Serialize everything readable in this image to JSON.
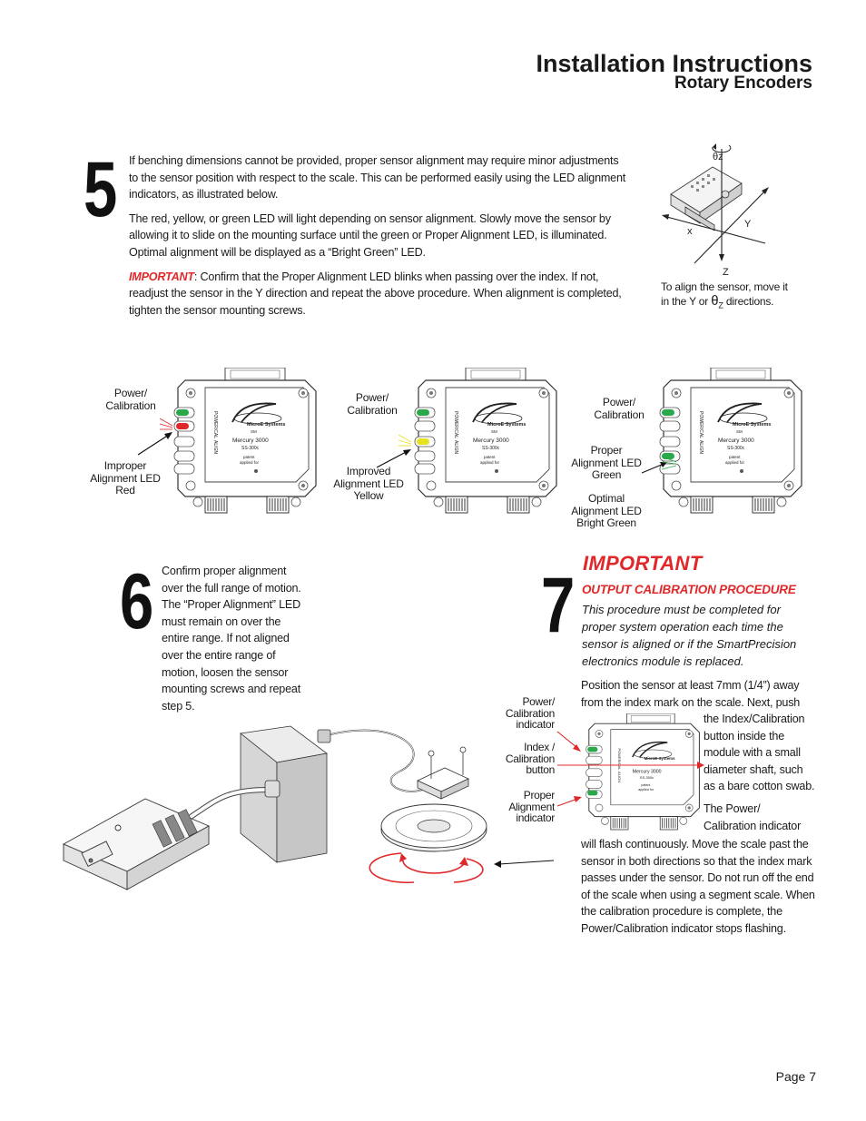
{
  "header": {
    "title": "Installation Instructions",
    "subtitle": "Rotary Encoders"
  },
  "step5": {
    "number": "5",
    "para1": "If benching dimensions cannot be provided, proper sensor alignment may require minor adjustments to the sensor position with respect to the scale. This can be performed easily using the LED alignment indicators, as illustrated below.",
    "para2": "The red, yellow, or green LED will light depending on sensor alignment. Slowly move the sensor by allowing it to slide on the mounting surface until the green or Proper Alignment LED, is illuminated. Optimal alignment will be displayed as a “Bright Green” LED.",
    "important_label": "IMPORTANT",
    "para3": ": Confirm that the Proper Alignment LED blinks when passing over the index. If not, readjust the sensor in the Y direction and repeat the above procedure. When alignment is completed, tighten the sensor mounting screws."
  },
  "axis_figure": {
    "theta_label": "θz",
    "x_label": "x",
    "y_label": "Y",
    "z_label": "Z",
    "caption_line1": "To align the sensor, move it",
    "caption_line2_a": "in the Y or",
    "caption_theta": "θ",
    "caption_sub": "Z",
    "caption_line2_b": "directions."
  },
  "sensor_labels": {
    "brand": "MicroE Systems",
    "model": "Mercury 3000",
    "part": "SS-300c",
    "patent": "patent applied for",
    "side_top": "POWER/CAL",
    "side_bottom": "ALIGN"
  },
  "led_panels": [
    {
      "label_power": [
        "Power/",
        "Calibration"
      ],
      "label_align": [
        "Improper",
        "Alignment LED",
        "Red"
      ],
      "led_color": "#e0282a"
    },
    {
      "label_power": [
        "Power/",
        "Calibration"
      ],
      "label_align": [
        "Improved",
        "Alignment LED",
        "Yellow"
      ],
      "led_color": "#e7e21f"
    },
    {
      "label_power": [
        "Power/",
        "Calibration"
      ],
      "label_align": [
        "Proper",
        "Alignment LED",
        "Green"
      ],
      "label_optimal": [
        "Optimal",
        "Alignment LED",
        "Bright Green"
      ],
      "led_color": "#2aa84a"
    }
  ],
  "step6": {
    "number": "6",
    "text": "Confirm proper alignment over the full range of motion. The “Proper Alignment” LED must remain on over the entire range. If not aligned over the entire range of motion, loosen the sensor mounting screws and repeat step 5."
  },
  "step7": {
    "number": "7",
    "heading": "IMPORTANT",
    "subheading": "OUTPUT CALIBRATION PROCEDURE",
    "italic_text": "This procedure must be completed for proper system operation each time the sensor is aligned or if the SmartPrecision electronics module is replaced.",
    "text_top": [
      "Position the sensor at least 7mm (1/4”) away",
      "from the index mark on the scale. Next, push"
    ],
    "text_side": [
      "the Index/Calibration",
      "button inside the",
      "module with a small",
      "diameter shaft, such",
      "as a bare cotton swab.",
      "",
      "The Power/",
      "Calibration indicator"
    ],
    "text_bottom": [
      "will flash continuously. Move the scale past the",
      "sensor in both directions so that the index mark",
      "passes under the sensor. Do not run off the end",
      "of the scale when using a segment scale. When",
      "the calibration procedure is complete, the",
      "Power/Calibration indicator stops flashing."
    ],
    "label_power": [
      "Power/",
      "Calibration",
      "indicator"
    ],
    "label_index": [
      "Index /",
      "Calibration",
      "button"
    ],
    "label_proper": [
      "Proper",
      "Alignment",
      "indicator"
    ]
  },
  "footer": {
    "page": "Page 7"
  },
  "colors": {
    "red": "#e0282a",
    "yellow": "#e7e21f",
    "green": "#2aa84a",
    "gray_block": "#d6d6d6"
  }
}
